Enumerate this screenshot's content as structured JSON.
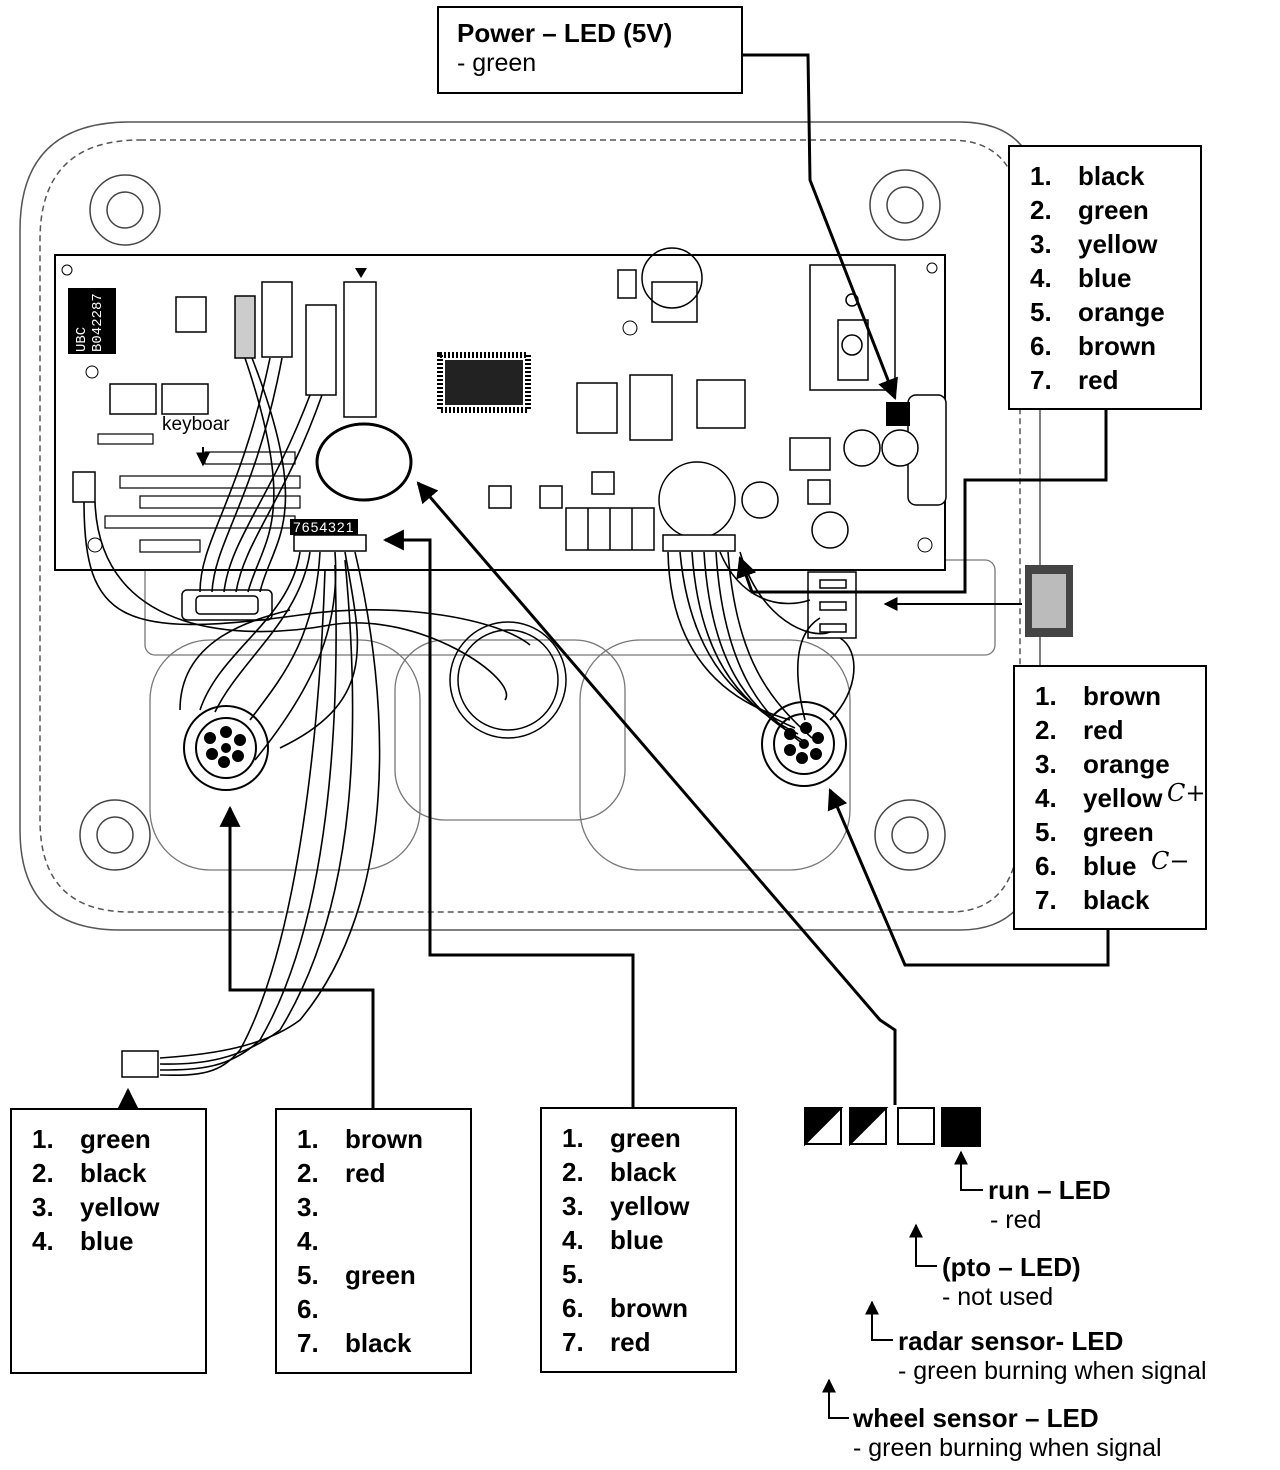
{
  "power_led": {
    "title": "Power – LED (5V)",
    "color": "- green"
  },
  "board": {
    "tag_line1": "UBC",
    "tag_line2": "B042287",
    "keyboard_label": "keyboar",
    "connector_numbers": "7654321"
  },
  "right_top_list": [
    "black",
    "green",
    "yellow",
    "blue",
    "orange",
    "brown",
    "red"
  ],
  "right_mid_list": [
    "brown",
    "red",
    "orange",
    "yellow",
    "green",
    "blue",
    "black"
  ],
  "handwritten_notes": [
    "C+",
    "C−"
  ],
  "list_a": [
    "green",
    "black",
    "yellow",
    "blue"
  ],
  "list_b": [
    "brown",
    "red",
    "",
    "",
    "green",
    "",
    "black"
  ],
  "list_c": [
    "green",
    "black",
    "yellow",
    "blue",
    "",
    "brown",
    "red"
  ],
  "leds": {
    "run": {
      "title": "run – LED",
      "desc": "- red"
    },
    "pto": {
      "title": "(pto – LED)",
      "desc": "- not used"
    },
    "radar": {
      "title": "radar sensor- LED",
      "desc": "- green burning when signal"
    },
    "wheel": {
      "title": "wheel sensor – LED",
      "desc": "- green burning when signal"
    }
  },
  "numbers": [
    "1.",
    "2.",
    "3.",
    "4.",
    "5.",
    "6.",
    "7."
  ]
}
